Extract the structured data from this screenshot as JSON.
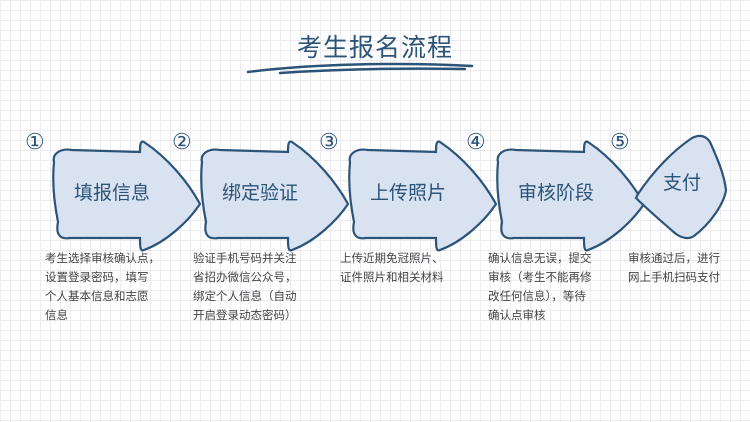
{
  "title": "考生报名流程",
  "colors": {
    "accent": "#2b5478",
    "fill": "#d8e2f1",
    "text": "#444444"
  },
  "steps": [
    {
      "number": "①",
      "label": "填报信息",
      "desc": [
        "考生选择审核确认点，",
        "设置登录密码，填写",
        "个人基本信息和志愿",
        "信息"
      ]
    },
    {
      "number": "②",
      "label": "绑定验证",
      "desc": [
        "验证手机号码并关注",
        "省招办微信公众号，",
        "绑定个人信息（自动",
        "开启登录动态密码）"
      ]
    },
    {
      "number": "③",
      "label": "上传照片",
      "desc": [
        "上传近期免冠照片、",
        "证件照片和相关材料"
      ]
    },
    {
      "number": "④",
      "label": "审核阶段",
      "desc": [
        "确认信息无误，提交",
        "审核（考生不能再修",
        "改任何信息），等待",
        "确认点审核"
      ]
    },
    {
      "number": "⑤",
      "label": "支付",
      "desc": [
        "审核通过后，进行",
        "网上手机扫码支付"
      ]
    }
  ]
}
